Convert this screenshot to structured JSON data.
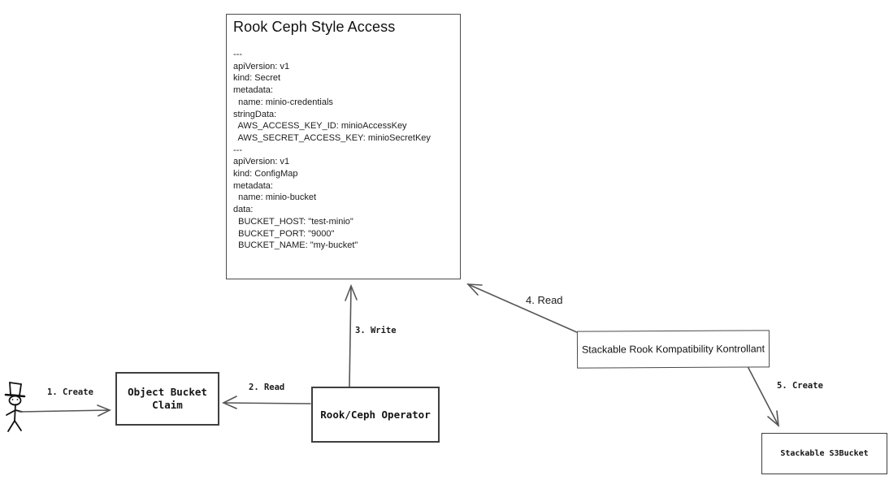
{
  "diagram": {
    "title_box": {
      "title": "Rook Ceph Style Access",
      "yaml": "---\napiVersion: v1\nkind: Secret\nmetadata:\n  name: minio-credentials\nstringData:\n  AWS_ACCESS_KEY_ID: minioAccessKey\n  AWS_SECRET_ACCESS_KEY: minioSecretKey\n---\napiVersion: v1\nkind: ConfigMap\nmetadata:\n  name: minio-bucket\ndata:\n  BUCKET_HOST: \"test-minio\"\n  BUCKET_PORT: \"9000\"\n  BUCKET_NAME: \"my-bucket\""
    },
    "nodes": [
      {
        "id": "object-bucket-claim",
        "label": "Object Bucket\nClaim"
      },
      {
        "id": "rook-ceph-operator",
        "label": "Rook/Ceph Operator"
      },
      {
        "id": "stackable-rook-kompatibility-kontrollant",
        "label": "Stackable Rook Kompatibility Kontrollant"
      },
      {
        "id": "stackable-s3bucket",
        "label": "Stackable S3Bucket"
      }
    ],
    "actor": {
      "icon": "stick-figure-icon"
    },
    "arrows": [
      {
        "from": "user",
        "to": "object-bucket-claim",
        "label": "1. Create"
      },
      {
        "from": "rook-ceph-operator",
        "to": "object-bucket-claim",
        "label": "2. Read"
      },
      {
        "from": "rook-ceph-operator",
        "to": "rook-ceph-style-access",
        "label": "3. Write"
      },
      {
        "from": "stackable-rook-kompatibility-kontrollant",
        "to": "rook-ceph-style-access",
        "label": "4. Read"
      },
      {
        "from": "stackable-rook-kompatibility-kontrollant",
        "to": "stackable-s3bucket",
        "label": "5. Create"
      }
    ],
    "colors": {
      "stroke": "#4d4d4d",
      "arrow": "#555555",
      "text": "#1a1a1a",
      "background": "#ffffff"
    }
  }
}
